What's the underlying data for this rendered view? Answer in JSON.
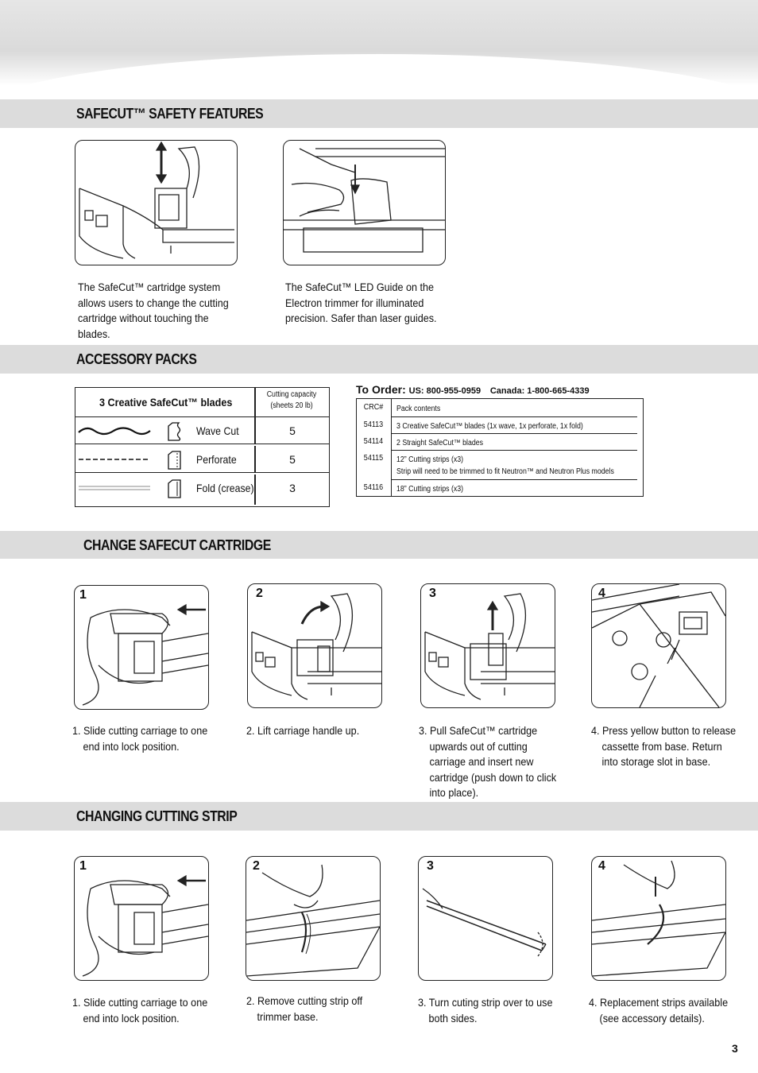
{
  "sections": {
    "safety": "SAFECUT™ SAFETY FEATURES",
    "accessory": "ACCESSORY PACKS",
    "change_cartridge": "CHANGE SAFECUT CARTRIDGE",
    "changing_strip": "CHANGING CUTTING STRIP"
  },
  "safety": {
    "caption_1": "The SafeCut™ cartridge system allows users to change the cutting cartridge without touching the blades.",
    "caption_2": "The SafeCut™ LED Guide on the Electron trimmer for illuminated precision. Safer than laser guides."
  },
  "accessory_table": {
    "header_title": "3 Creative SafeCut™ blades",
    "header_capacity": "Cutting capacity (sheets 20 lb)",
    "rows": [
      {
        "name": "Wave Cut",
        "qty": "5"
      },
      {
        "name": "Perforate",
        "qty": "5"
      },
      {
        "name": "Fold (crease)",
        "qty": "3"
      }
    ]
  },
  "order": {
    "label": "To Order:",
    "us": "US: 800-955-0959",
    "canada": "Canada: 1-800-665-4339",
    "head_crc": "CRC#",
    "head_contents": "Pack contents",
    "rows": [
      {
        "crc": "54113",
        "contents": "3 Creative SafeCut™ blades (1x wave, 1x perforate, 1x fold)",
        "note": ""
      },
      {
        "crc": "54114",
        "contents": "2 Straight SafeCut™ blades",
        "note": ""
      },
      {
        "crc": "54115",
        "contents": "12” Cutting strips (x3)",
        "note": "Strip will need to be trimmed to fit Neutron™ and Neutron Plus models"
      },
      {
        "crc": "54116",
        "contents": "18” Cutting strips (x3)",
        "note": ""
      }
    ]
  },
  "cartridge_steps": [
    {
      "num": "1",
      "text": "1. Slide cutting carriage to one end into lock position."
    },
    {
      "num": "2",
      "text": "2. Lift carriage handle up."
    },
    {
      "num": "3",
      "text": "3. Pull SafeCut™ cartridge upwards out of cutting carriage and insert new cartridge (push down to click into place)."
    },
    {
      "num": "4",
      "text": "4. Press yellow button to release cassette from base. Return into storage slot in base."
    }
  ],
  "strip_steps": [
    {
      "num": "1",
      "text": "1. Slide cutting carriage to one end into lock position."
    },
    {
      "num": "2",
      "text": "2. Remove cutting strip off trimmer base."
    },
    {
      "num": "3",
      "text": "3. Turn cuting strip over to use both sides."
    },
    {
      "num": "4",
      "text": "4. Replacement strips available (see accessory details)."
    }
  ],
  "page_number": "3"
}
